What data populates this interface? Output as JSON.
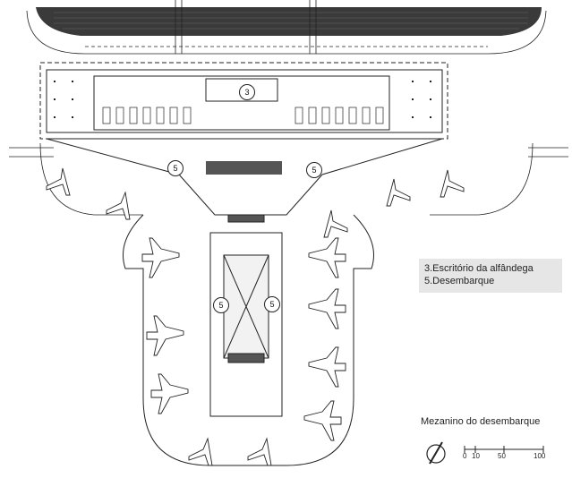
{
  "legend": {
    "items": [
      "3.Escritório da alfândega",
      "5.Desembarque"
    ]
  },
  "plan_title": "Mezanino do desembarque",
  "scale": {
    "ticks": [
      "0",
      "10",
      "50",
      "100"
    ]
  },
  "callouts": [
    "3",
    "5",
    "5",
    "5",
    "5"
  ],
  "colors": {
    "line": "#222222",
    "apron": "#3a3a3a",
    "legend_bg": "#e6e6e6"
  }
}
